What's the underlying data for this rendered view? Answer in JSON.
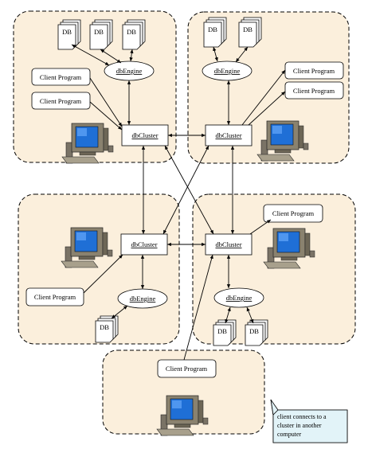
{
  "labels": {
    "db": "DB",
    "db_engine": "dbEngine",
    "db_cluster": "dbCluster",
    "client_program": "Client Program"
  },
  "callout": {
    "lines": [
      "client connects to a",
      "cluster in another",
      "computer"
    ]
  }
}
